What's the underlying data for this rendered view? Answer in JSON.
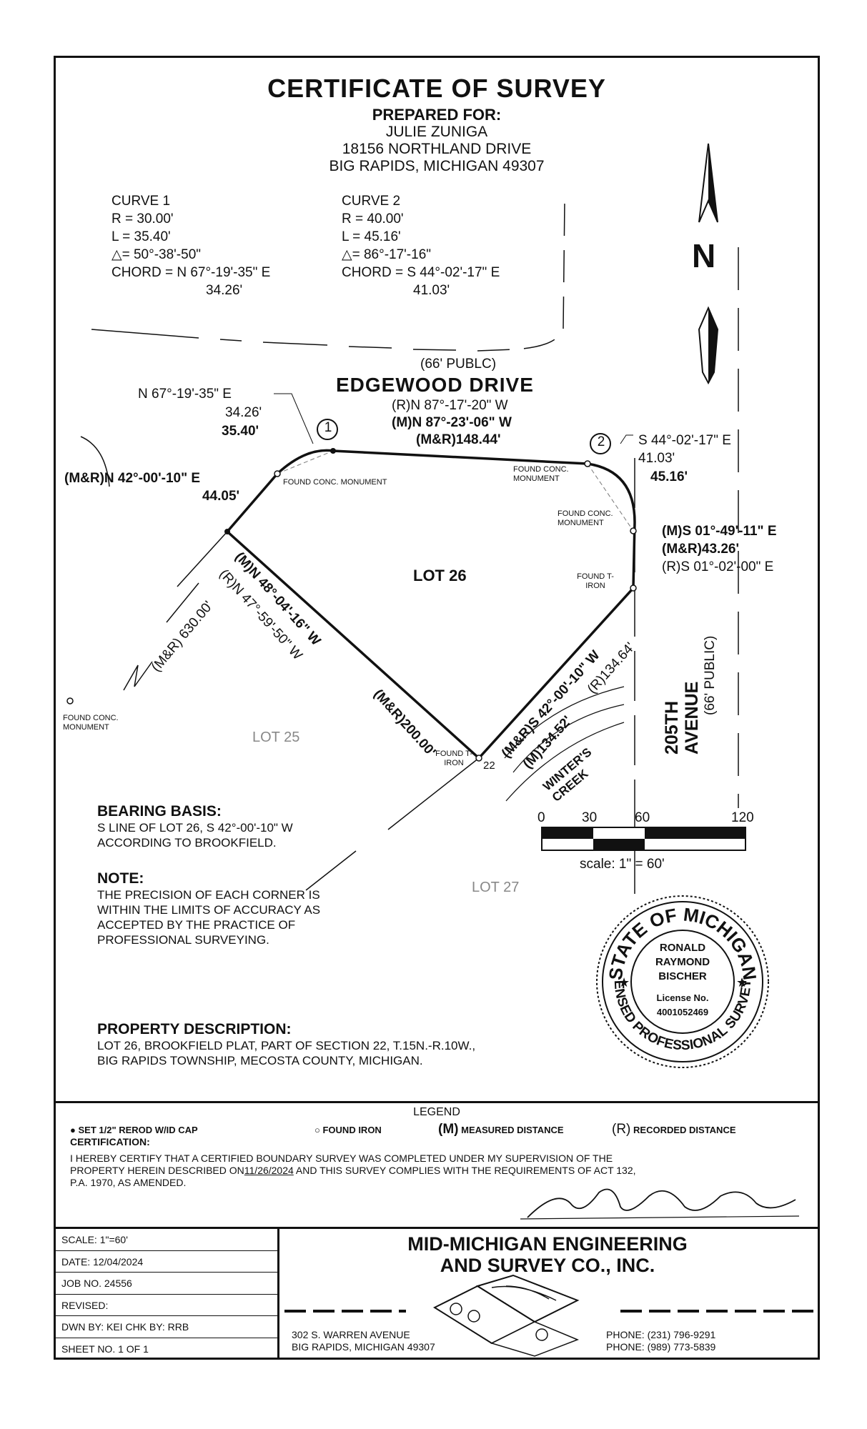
{
  "title": "CERTIFICATE OF SURVEY",
  "prepared": {
    "heading": "PREPARED FOR:",
    "name": "JULIE ZUNIGA",
    "address1": "18156 NORTHLAND DRIVE",
    "address2": "BIG RAPIDS, MICHIGAN 49307"
  },
  "curve1": {
    "name": "CURVE 1",
    "r": "R = 30.00'",
    "l": "L = 35.40'",
    "delta": "△= 50°-38'-50\"",
    "chord": "CHORD = N 67°-19'-35\" E",
    "chord_len": "34.26'"
  },
  "curve2": {
    "name": "CURVE 2",
    "r": "R = 40.00'",
    "l": "L = 45.16'",
    "delta": "△= 86°-17'-16\"",
    "chord": "CHORD = S 44°-02'-17\" E",
    "chord_len": "41.03'"
  },
  "north": "N",
  "streets": {
    "edgewood_width": "(66' PUBLC)",
    "edgewood": "EDGEWOOD DRIVE",
    "ave_line1": "205TH",
    "ave_line2": "AVENUE",
    "ave_width": "(66' PUBLIC)"
  },
  "labels": {
    "c1_chord": "N 67°-19'-35\" E",
    "c1_chord_len": "34.26'",
    "c1_len": "35.40'",
    "c1_num": "1",
    "c2_num": "2",
    "north_rec": "(R)N 87°-17'-20\" W",
    "north_meas": "(M)N 87°-23'-06\" W",
    "north_dist": "(M&R)148.44'",
    "c2_chord": "S 44°-02'-17\" E",
    "c2_chord_len": "41.03'",
    "c2_len": "45.16'",
    "west_brg": "(M&R)N 42°-00'-10\" E",
    "west_dist": "44.05'",
    "found_mon1": "FOUND CONC. MONUMENT",
    "found_mon2": "FOUND CONC. MONUMENT",
    "found_mon3": "FOUND CONC. MONUMENT",
    "found_mon4": "FOUND CONC. MONUMENT",
    "east_meas": "(M)S 01°-49'-11\" E",
    "east_dist": "(M&R)43.26'",
    "east_rec": "(R)S 01°-02'-00\" E",
    "found_tiron1": "FOUND T-IRON",
    "found_tiron2": "FOUND T-IRON",
    "lot26": "LOT 26",
    "sw_meas": "(M)N 48°-04'-16\" W",
    "sw_rec": "(R)N 47°-59'-50\" W",
    "sw_dist": "(M&R)200.00'",
    "se_brg": "(M&R)S 42°-00'-10\" W",
    "se_meas": "(M)134.52'",
    "se_rec": "(R)134.64'",
    "lot25": "LOT 25",
    "lot27": "LOT 27",
    "mr630": "(M&R) 630.00'",
    "creek": "WINTER'S CREEK",
    "small22": "22"
  },
  "scale": {
    "ticks": [
      "0",
      "30",
      "60",
      "120"
    ],
    "label": "scale:  1\" = 60'"
  },
  "bearing_basis": {
    "heading": "BEARING BASIS:",
    "line1": "S LINE OF LOT 26, S 42°-00'-10\" W",
    "line2": "ACCORDING TO BROOKFIELD."
  },
  "note": {
    "heading": "NOTE:",
    "line1": "THE PRECISION OF EACH CORNER IS",
    "line2": "WITHIN THE LIMITS OF ACCURACY AS",
    "line3": "ACCEPTED BY THE PRACTICE OF",
    "line4": "PROFESSIONAL SURVEYING."
  },
  "seal": {
    "top_arc": "STATE OF MICHIGAN",
    "bottom_arc": "LICENSED PROFESSIONAL SURVEYOR",
    "name1": "RONALD",
    "name2": "RAYMOND",
    "name3": "BISCHER",
    "license_label": "License No.",
    "license_no": "4001052469"
  },
  "property": {
    "heading": "PROPERTY DESCRIPTION:",
    "line1": "LOT 26, BROOKFIELD PLAT, PART OF SECTION 22, T.15N.-R.10W.,",
    "line2": "BIG RAPIDS TOWNSHIP, MECOSTA COUNTY, MICHIGAN."
  },
  "legend": {
    "heading": "LEGEND",
    "set_rod": "SET 1/2\" REROD W/ID CAP",
    "found_iron": "FOUND IRON",
    "m": "(M)",
    "m_text": "MEASURED DISTANCE",
    "r": "(R)",
    "r_text": "RECORDED DISTANCE",
    "cert_heading": "CERTIFICATION:",
    "cert1": "I HEREBY CERTIFY THAT A CERTIFIED BOUNDARY SURVEY WAS COMPLETED UNDER MY SUPERVISION OF THE",
    "cert2a": "PROPERTY HEREIN DESCRIBED ON",
    "cert_date": "11/26/2024",
    "cert2b": "AND THIS SURVEY COMPLIES WITH THE REQUIREMENTS OF ACT 132,",
    "cert3": "P.A. 1970, AS AMENDED."
  },
  "titleblock": {
    "scale": "SCALE:  1\"=60'",
    "date": "DATE:  12/04/2024",
    "job": "JOB NO.  24556",
    "revised": "REVISED:",
    "dwn": "DWN BY: KEI     CHK BY: RRB",
    "sheet": "SHEET NO.  1 OF 1",
    "firm1": "MID-MICHIGAN ENGINEERING",
    "firm2": "AND SURVEY CO., INC.",
    "addr1": "302 S. WARREN AVENUE",
    "addr2": "BIG RAPIDS, MICHIGAN   49307",
    "phone1": "PHONE: (231) 796-9291",
    "phone2": "PHONE: (989) 773-5839"
  }
}
